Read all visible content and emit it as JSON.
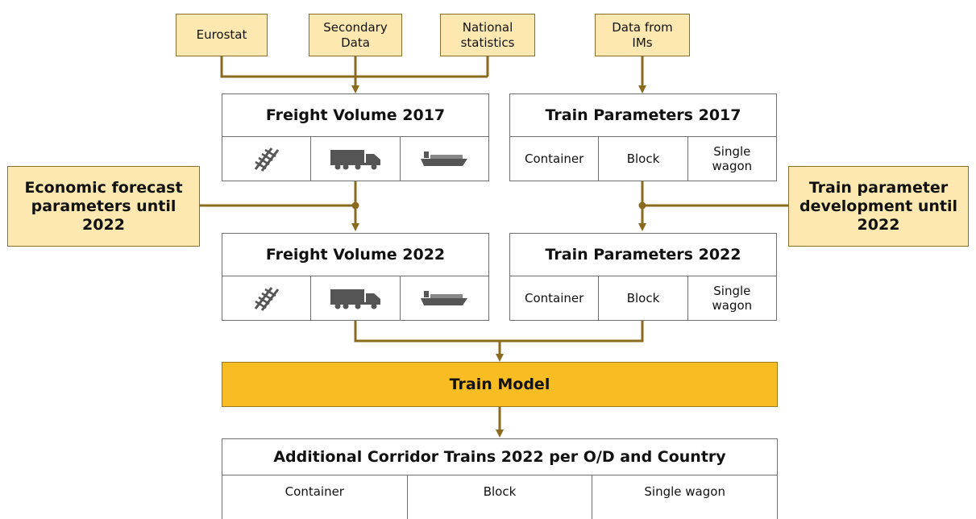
{
  "sources": {
    "eurostat": "Eurostat",
    "secondary": "Secondary\nData",
    "national": "National\nstatistics",
    "ims": "Data from\nIMs"
  },
  "freight_2017": {
    "title": "Freight Volume 2017",
    "modes": [
      "rail-track-icon",
      "truck-icon",
      "ship-icon"
    ]
  },
  "train_params_2017": {
    "title": "Train Parameters 2017",
    "cells": [
      "Container",
      "Block",
      "Single\nwagon"
    ]
  },
  "economic_forecast": "Economic forecast\nparameters until\n2022",
  "train_param_dev": "Train parameter\ndevelopment until\n2022",
  "freight_2022": {
    "title": "Freight Volume 2022",
    "modes": [
      "rail-track-icon",
      "truck-icon",
      "ship-icon"
    ]
  },
  "train_params_2022": {
    "title": "Train Parameters 2022",
    "cells": [
      "Container",
      "Block",
      "Single\nwagon"
    ]
  },
  "train_model": "Train Model",
  "result": {
    "title": "Additional Corridor Trains 2022 per O/D and Country",
    "cells": [
      "Container",
      "Block",
      "Single wagon"
    ]
  },
  "colors": {
    "source_fill": "#fce8b0",
    "model_fill": "#f7bd23",
    "connector": "#8a6a1f"
  }
}
